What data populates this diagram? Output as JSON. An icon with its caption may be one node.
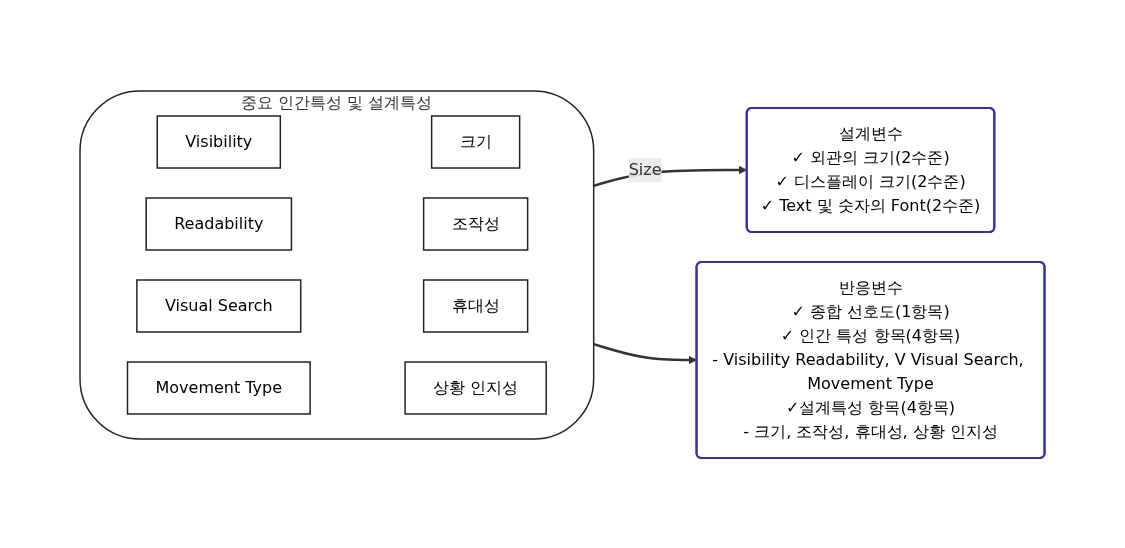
{
  "diagram": {
    "nodes": [
      {
        "text": [
          "중요 인간특성 및 설계특성"
        ]
      },
      {
        "text": [
          "Visibility"
        ],
        "in": 0
      },
      {
        "text": [
          "크기"
        ],
        "in": 0
      },
      {
        "text": [
          "Readability"
        ],
        "in": 0
      },
      {
        "text": [
          "조작성"
        ],
        "in": 0
      },
      {
        "text": [
          "Visual Search"
        ],
        "in": 0
      },
      {
        "text": [
          "휴대성"
        ],
        "in": 0
      },
      {
        "text": [
          "Movement Type"
        ],
        "in": 0
      },
      {
        "text": [
          "상황 인지성"
        ],
        "in": 0
      },
      {
        "text": [
          "설계변수",
          "✓ 외관의 크기(2수준)",
          "✓ 디스플레이 크기(2수준)",
          "✓ Text 및 숫자의 Font(2수준)"
        ]
      },
      {
        "text": [
          "반응변수",
          "✓ 종합 선호도(1항목)",
          "✓ 인간 특성 항목(4항목)",
          "- Visibility Readability, V Visual Search, Movement Type",
          "✓설계특성 항목(4항목)",
          "- 크기, 조작성, 휴대성, 상황 인지성"
        ]
      }
    ],
    "edges": [
      {
        "from": 0,
        "to": 9,
        "arrow": "to",
        "label": "Size"
      },
      {
        "from": 0,
        "to": 10,
        "arrow": "to"
      }
    ]
  }
}
